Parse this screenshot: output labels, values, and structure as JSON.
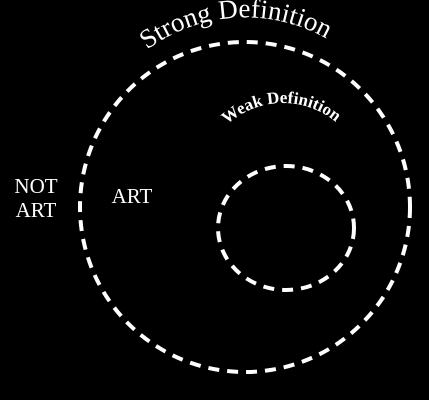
{
  "colors": {
    "background": "#000000",
    "foreground": "#ffffff"
  },
  "outer_region": {
    "label": "Strong Definition"
  },
  "inner_region": {
    "label": "Weak Definition"
  },
  "labels": {
    "not_art_line1": "NOT",
    "not_art_line2": "ART",
    "art": "ART"
  }
}
